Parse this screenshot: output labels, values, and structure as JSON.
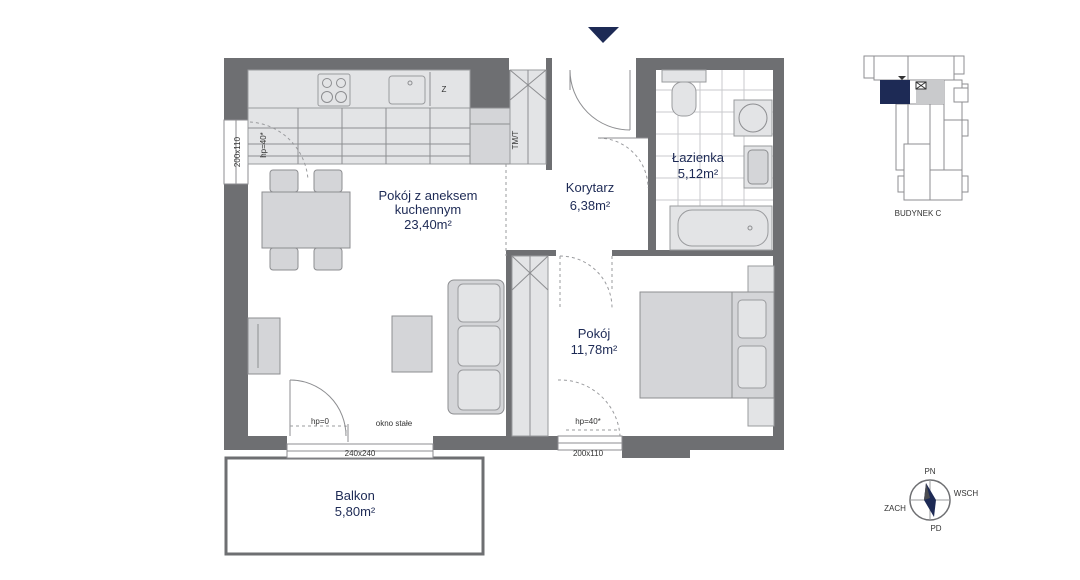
{
  "rooms": {
    "living": {
      "name_line1": "Pokój z aneksem",
      "name_line2": "kuchennym",
      "area": "23,40m²"
    },
    "corridor": {
      "name": "Korytarz",
      "area": "6,38m²"
    },
    "bathroom": {
      "name": "Łazienka",
      "area": "5,12m²"
    },
    "bedroom": {
      "name": "Pokój",
      "area": "11,78m²"
    },
    "balcony": {
      "name": "Balkon",
      "area": "5,80m²"
    }
  },
  "annotations": {
    "window_left_size": "200x110",
    "window_left_hp": "hp=40*",
    "door_balcony_hp": "hp=0",
    "fixed_window": "okno stałe",
    "door_balcony_size": "240x240",
    "window_bedroom_hp": "hp=40*",
    "window_bedroom_size": "200x110",
    "kitchen_z": "Z",
    "tm_label": "TM/T"
  },
  "key_plan": {
    "label": "BUDYNEK C"
  },
  "compass": {
    "north": "PN",
    "east": "WSCH",
    "west": "ZACH",
    "south": "PD"
  },
  "colors": {
    "accent": "#1d2a55",
    "wall": "#6e6f72",
    "furniture": "#d4d5d8"
  }
}
